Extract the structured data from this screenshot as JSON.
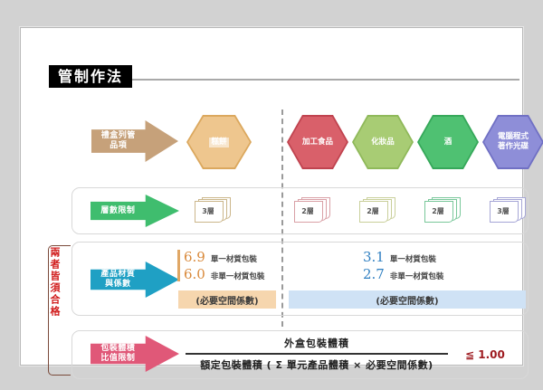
{
  "page": {
    "background_color": "#d2d2d2",
    "card_color": "#ffffff"
  },
  "header": {
    "title": "管制作法",
    "title_bg": "#000000",
    "title_color": "#ffffff"
  },
  "rows": [
    {
      "id": "item-row",
      "arrow": {
        "label_line1": "禮盒列管",
        "label_line2": "品項",
        "color": "#c6a17a"
      },
      "left_items": [
        {
          "label": "糕餅",
          "fill": "#eec68e",
          "border": "#dba85e"
        }
      ],
      "right_items": [
        {
          "label": "加工食品",
          "fill": "#d9606a",
          "border": "#c0434f"
        },
        {
          "label": "化妝品",
          "fill": "#a8cc74",
          "border": "#8fb95a"
        },
        {
          "label": "酒",
          "fill": "#4fc172",
          "border": "#36a85a"
        },
        {
          "label_line1": "電腦程式",
          "label_line2": "著作光碟",
          "fill": "#8e8ed8",
          "border": "#7070c4"
        }
      ]
    },
    {
      "id": "layer-row",
      "arrow": {
        "label": "層數限制",
        "color": "#3fbd6e"
      },
      "left_cards": [
        {
          "value": "3層",
          "border": "#cbb68a"
        }
      ],
      "right_cards": [
        {
          "value": "2層",
          "border": "#d9a0a6"
        },
        {
          "value": "2層",
          "border": "#c9cf9a"
        },
        {
          "value": "2層",
          "border": "#79c79a"
        },
        {
          "value": "3層",
          "border": "#a6a6d6"
        }
      ]
    },
    {
      "id": "coefficient-row",
      "arrow": {
        "label_line1": "產品材質",
        "label_line2": "與係數",
        "color": "#1fa0c4"
      },
      "left": {
        "bar_color": "#e0a765",
        "lines": [
          {
            "value": "6.9",
            "text": "單一材質包裝",
            "color": "#d9893a"
          },
          {
            "value": "6.0",
            "text": "非單一材質包裝",
            "color": "#d9893a"
          }
        ],
        "band_label": "(必要空間係數)",
        "band_color": "#f6d6ae"
      },
      "right": {
        "lines": [
          {
            "value": "3.1",
            "text": "單一材質包裝",
            "color": "#2f7fc1"
          },
          {
            "value": "2.7",
            "text": "非單一材質包裝",
            "color": "#2f7fc1"
          }
        ],
        "band_label": "(必要空間係數)",
        "band_color": "#cfe2f5"
      }
    },
    {
      "id": "volume-ratio-row",
      "arrow": {
        "label_line1": "包裝體積",
        "label_line2": "比值限制",
        "color": "#e05878"
      },
      "formula": {
        "numerator": "外盒包裝體積",
        "denominator": "額定包裝體積 ( Σ 單元產品體積 × 必要空間係數)",
        "result": "≦ 1.00",
        "result_color": "#9e1b20"
      }
    }
  ],
  "side_note": {
    "label": "兩者皆須合格",
    "color": "#d01b1b",
    "bracket_color": "#7a4a3a"
  },
  "divider": {
    "style": "vertical-dashed",
    "color": "#9a9a9a"
  }
}
